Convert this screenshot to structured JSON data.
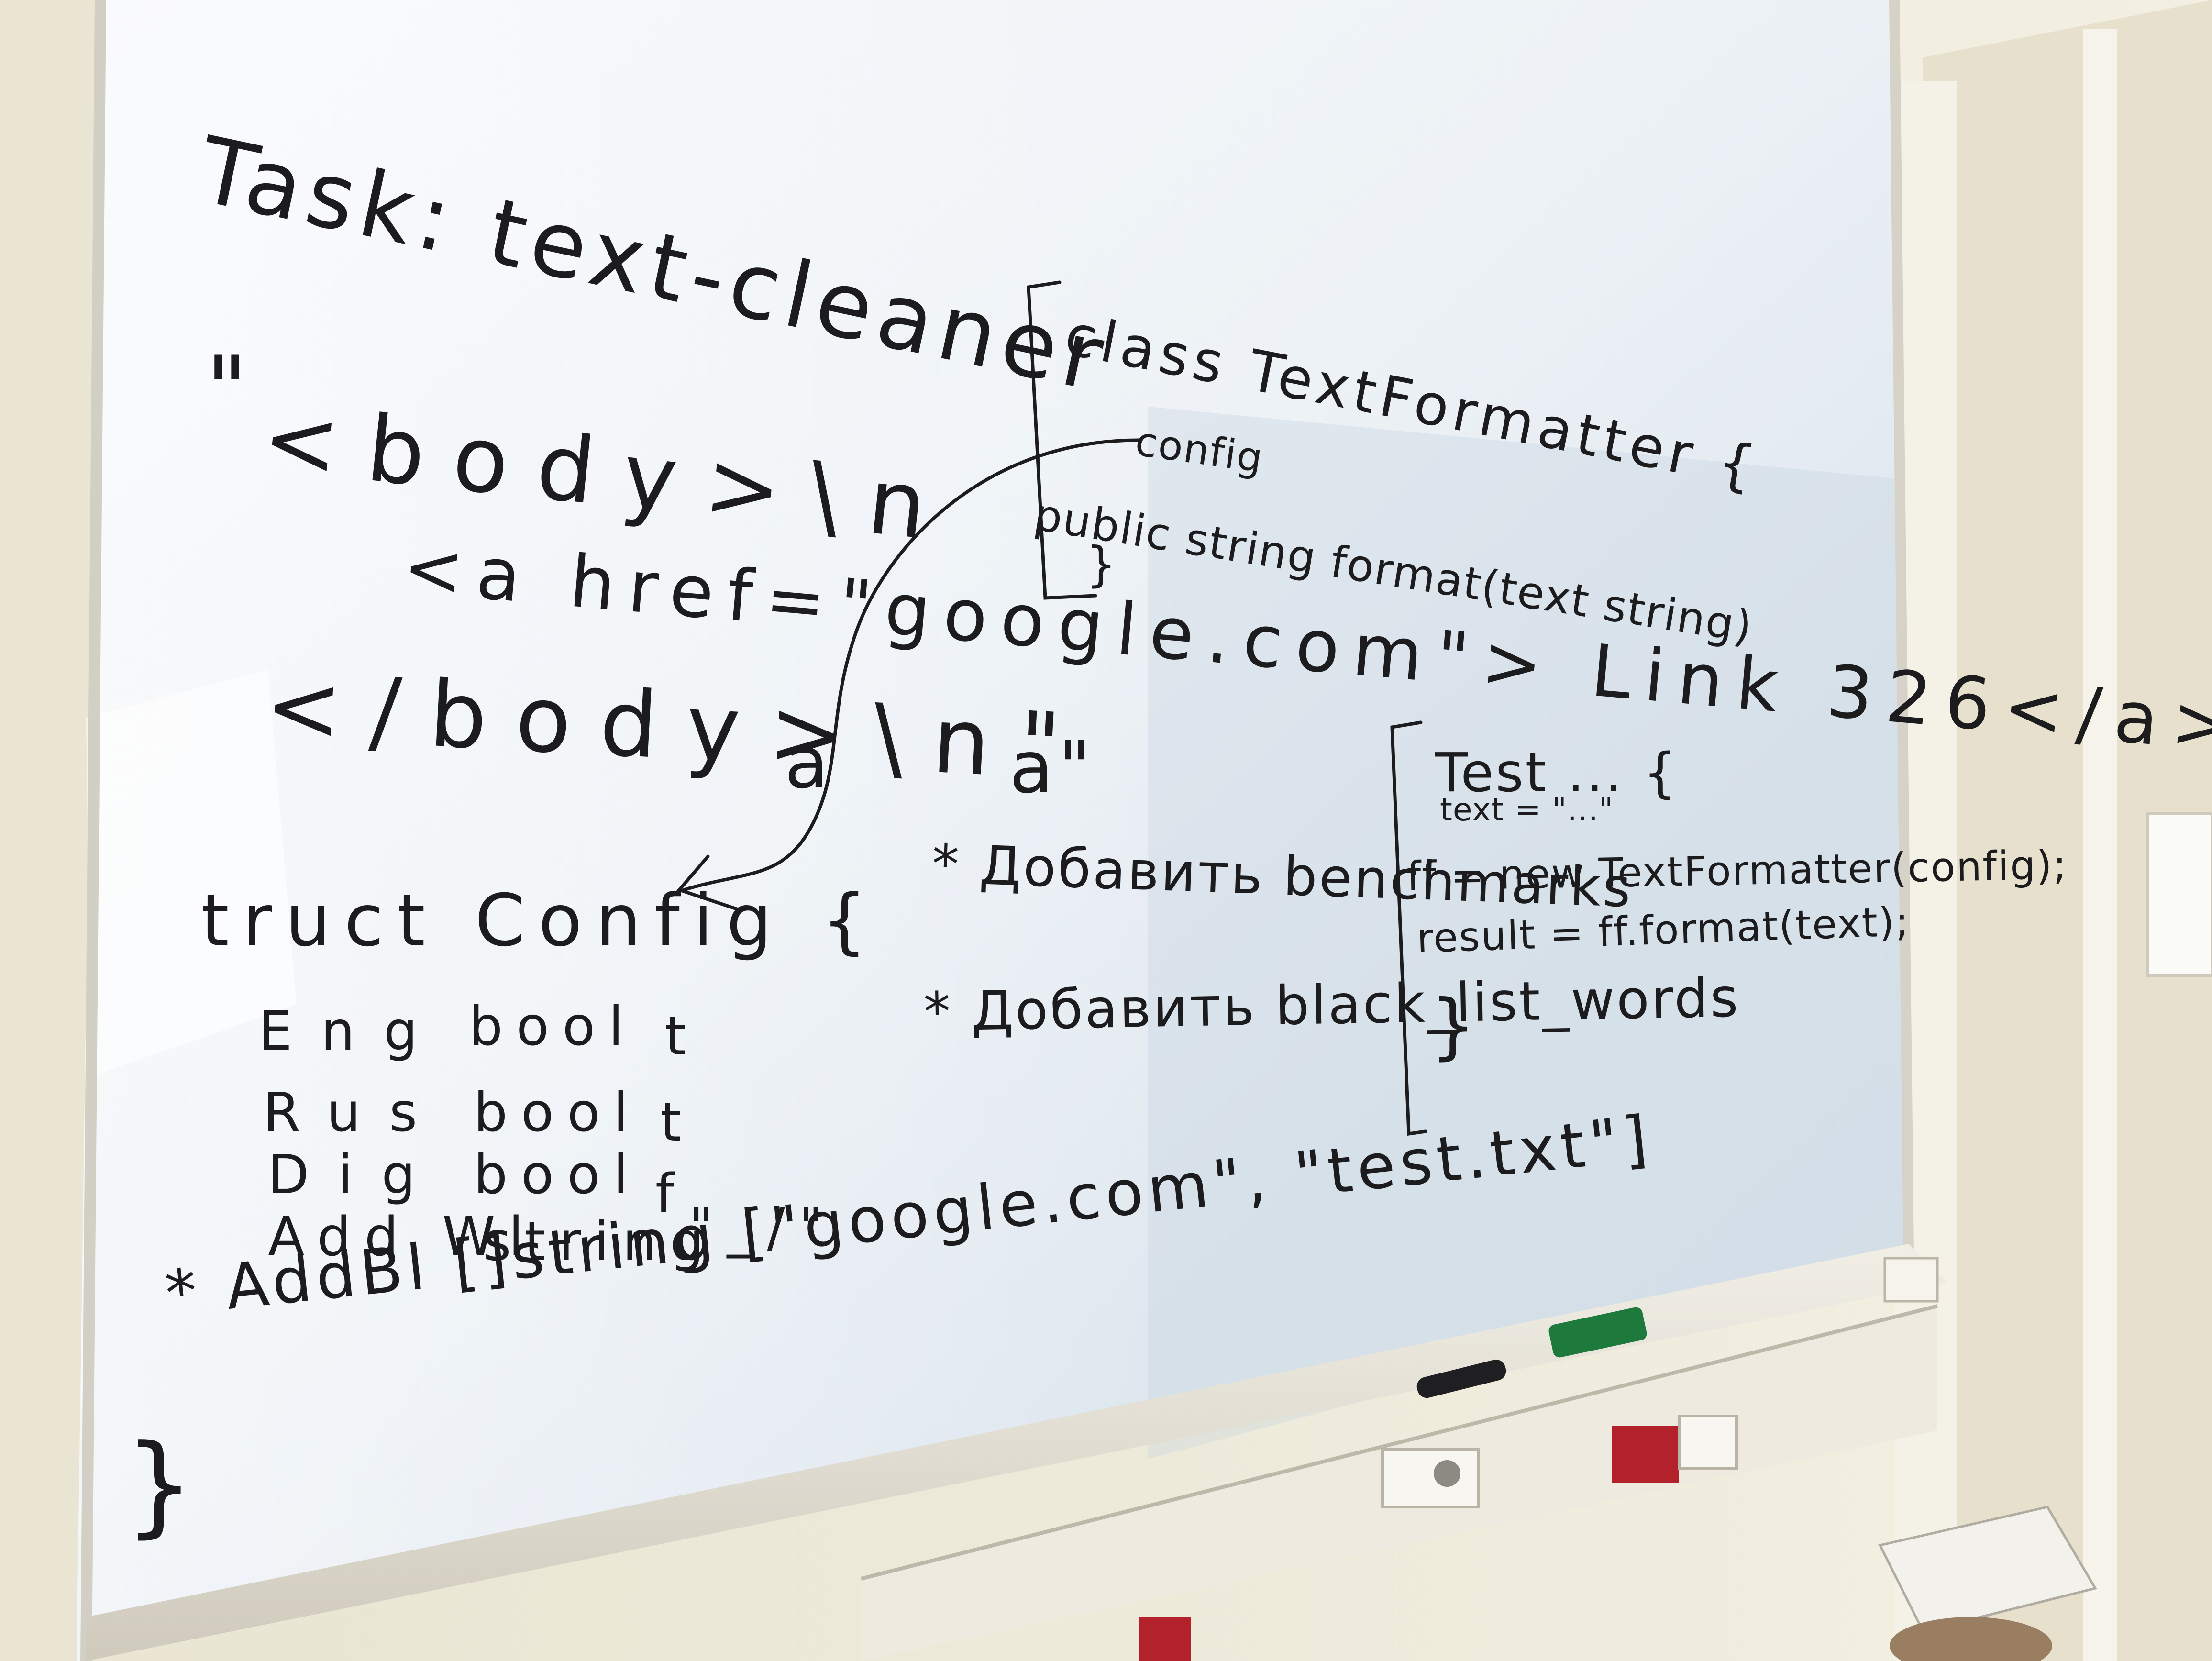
{
  "whiteboard": {
    "title": "Task: text-cleaner",
    "code_sample": {
      "open_quote": "\"",
      "body_open": "<body>\\n",
      "anchor": "<a href=\"google.com\"> Link 326</a>\\n",
      "body_close": "</body>\\n\"",
      "a_left": "a",
      "a_right": "a\""
    },
    "struct": {
      "header": "truct Config {",
      "fields": [
        {
          "name": "Eng",
          "type": "bool",
          "value": "t"
        },
        {
          "name": "Rus",
          "type": "bool",
          "value": "t"
        },
        {
          "name": "Dig",
          "type": "bool",
          "value": "f"
        },
        {
          "name": "Add Wl",
          "type": "string",
          "value": "\"_/\""
        }
      ],
      "add_bl": "* AddBl []string [\"google.com\", \"test.txt\"]",
      "closing_brace": "}"
    },
    "class_box": {
      "header": "class TextFormatter {",
      "config": "config",
      "method": "public string format(text string)",
      "method_close": "}"
    },
    "todo": [
      "* Добавить benchmarks",
      "* Добавить black_list_words"
    ],
    "test_box": {
      "header": "Test ... {",
      "text_line": "text = \"...\"",
      "ff_line": "ff = new TextFormatter(config);",
      "result_line": "result = ff.format(text);",
      "close": "}"
    }
  },
  "colors": {
    "board": "#eef3f7",
    "board_shadow": "#c9d6e3",
    "wall": "#ece6d3",
    "ink": "#1c1c1e",
    "tray": "#e4e1d8",
    "marker_green": "#1e7a3c",
    "socket_red": "#b3222b"
  }
}
